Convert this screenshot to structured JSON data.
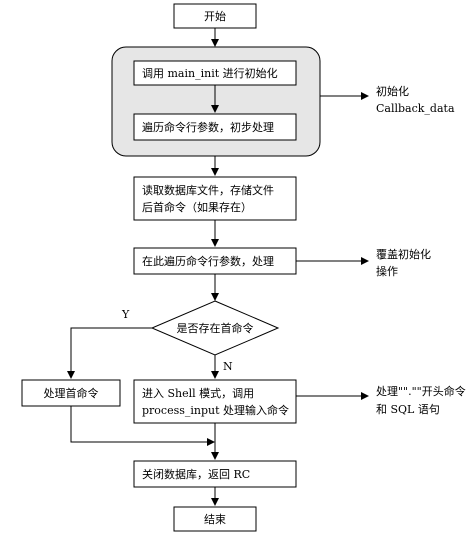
{
  "nodes": {
    "start": "开始",
    "init_call": "调用 main_init 进行初始化",
    "traverse_first": "遍历命令行参数，初步处理",
    "read_db_line1": "读取数据库文件，存储文件",
    "read_db_line2": "后首命令（如果存在）",
    "traverse_again": "在此遍历命令行参数，处理",
    "decision": "是否存在首命令",
    "handle_first": "处理首命令",
    "shell_line1": "进入 Shell 模式，调用",
    "shell_line2": "process_input 处理输入命令",
    "close_db": "关闭数据库，返回 RC",
    "end": "结束"
  },
  "side_notes": {
    "init_line1": "初始化",
    "init_line2": "Callback_data",
    "override_line1": "覆盖初始化",
    "override_line2": "操作",
    "process_line1": "处理\"\".\"\"开头命令",
    "process_line2": "和 SQL 语句"
  },
  "labels": {
    "yes": "Y",
    "no": "N"
  }
}
